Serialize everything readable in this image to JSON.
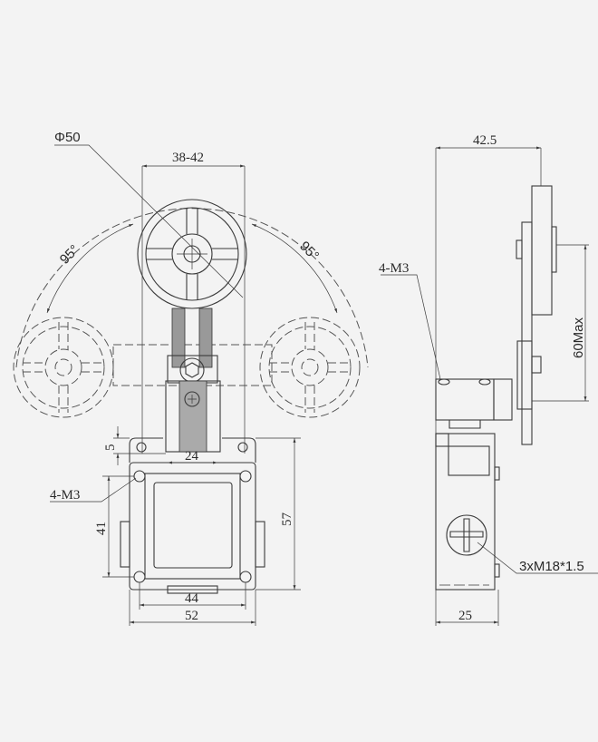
{
  "drawing": {
    "front_view": {
      "wheel_diameter": "Φ50",
      "arm_width": "38-42",
      "angle_left": "95°",
      "angle_right": "95°",
      "flange_offset": "5",
      "head_width": "24",
      "mount_holes": "4-M3",
      "hole_spacing_vertical": "41",
      "body_height": "57",
      "hole_spacing_horizontal": "44",
      "body_width": "52"
    },
    "side_view": {
      "overall_depth": "42.5",
      "arm_length": "60Max",
      "mount_holes": "4-M3",
      "conduit_thread": "3xM18*1.5",
      "body_depth": "25"
    }
  },
  "colors": {
    "background": "#f3f3f3",
    "line": "#3a3a3a"
  }
}
